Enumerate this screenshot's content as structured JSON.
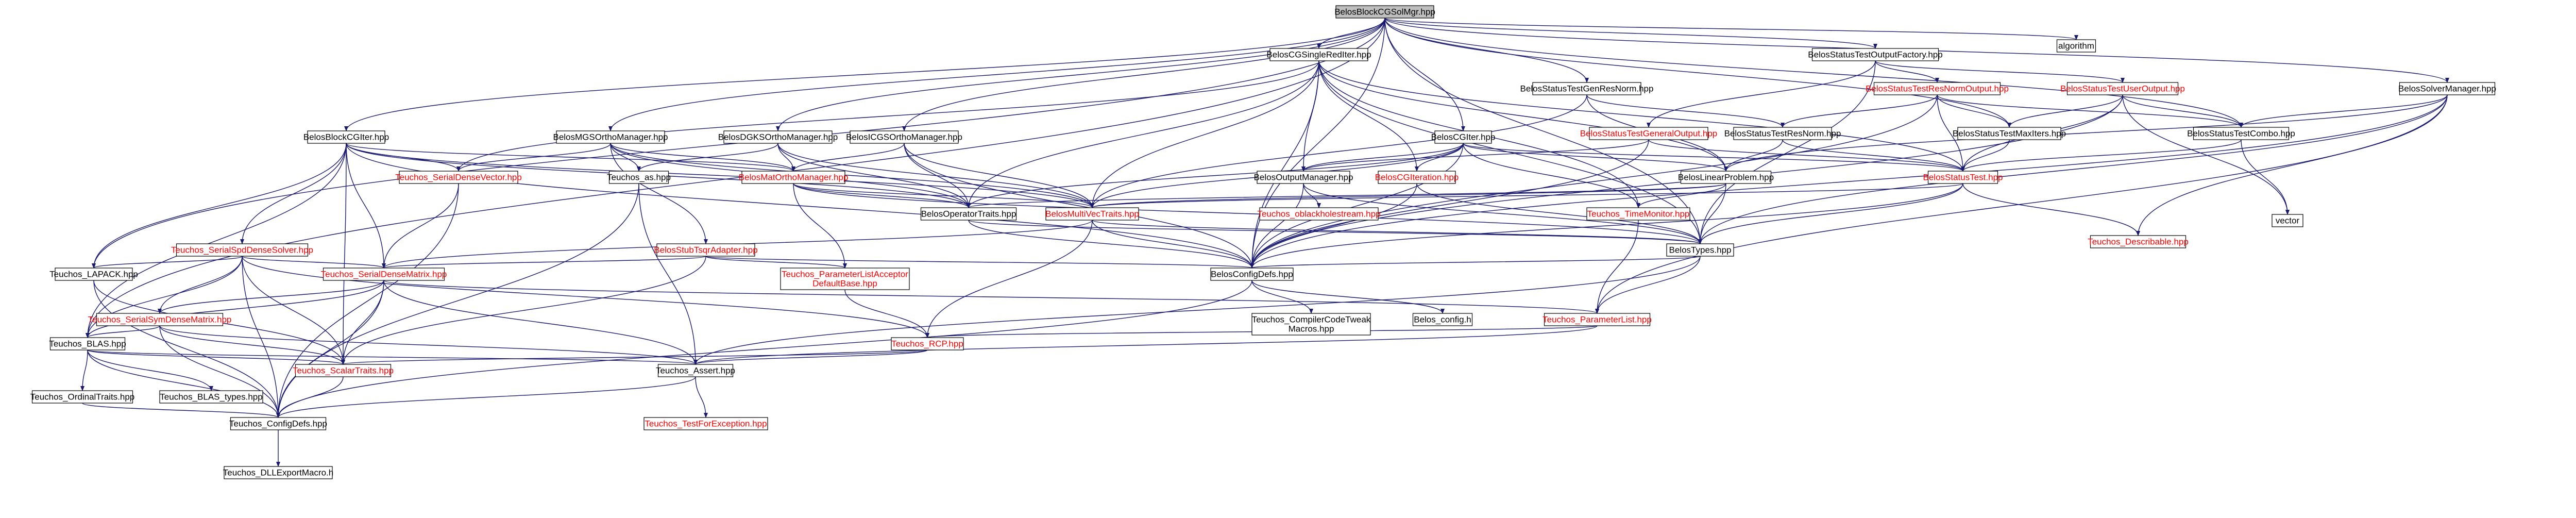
{
  "root": {
    "label": "BelosBlockCGSolMgr.hpp"
  },
  "nodes": [
    {
      "id": "algorithm",
      "label": "algorithm",
      "red": false
    },
    {
      "id": "BelosCGSingleRedIter",
      "label": "BelosCGSingleRedIter.hpp",
      "red": false
    },
    {
      "id": "BelosStatusTestOutputFactory",
      "label": "BelosStatusTestOutputFactory.hpp",
      "red": false
    },
    {
      "id": "BelosStatusTestGenResNorm",
      "label": "BelosStatusTestGenResNorm.hpp",
      "red": false
    },
    {
      "id": "BelosSolverManager",
      "label": "BelosSolverManager.hpp",
      "red": false
    },
    {
      "id": "BelosBlockCGIter",
      "label": "BelosBlockCGIter.hpp",
      "red": false
    },
    {
      "id": "BelosMGSOrthoManager",
      "label": "BelosMGSOrthoManager.hpp",
      "red": false
    },
    {
      "id": "BelosDGKSOrthoManager",
      "label": "BelosDGKSOrthoManager.hpp",
      "red": false
    },
    {
      "id": "BelosICGSOrthoManager",
      "label": "BelosICGSOrthoManager.hpp",
      "red": false
    },
    {
      "id": "BelosCGIter",
      "label": "BelosCGIter.hpp",
      "red": false
    },
    {
      "id": "BelosStatusTestResNormOutput",
      "label": "BelosStatusTestResNormOutput.hpp",
      "red": true
    },
    {
      "id": "BelosStatusTestUserOutput",
      "label": "BelosStatusTestUserOutput.hpp",
      "red": true
    },
    {
      "id": "BelosStatusTestGeneralOutput",
      "label": "BelosStatusTestGeneralOutput.hpp",
      "red": true
    },
    {
      "id": "BelosStatusTestResNorm",
      "label": "BelosStatusTestResNorm.hpp",
      "red": false
    },
    {
      "id": "BelosStatusTestMaxIters",
      "label": "BelosStatusTestMaxIters.hpp",
      "red": false
    },
    {
      "id": "BelosStatusTestCombo",
      "label": "BelosStatusTestCombo.hpp",
      "red": false
    },
    {
      "id": "TeuchosSerialDenseVector",
      "label": "Teuchos_SerialDenseVector.hpp",
      "red": true
    },
    {
      "id": "TeuchosAs",
      "label": "Teuchos_as.hpp",
      "red": false
    },
    {
      "id": "BelosMatOrthoManager",
      "label": "BelosMatOrthoManager.hpp",
      "red": true
    },
    {
      "id": "BelosOutputManager",
      "label": "BelosOutputManager.hpp",
      "red": false
    },
    {
      "id": "BelosCGIteration",
      "label": "BelosCGIteration.hpp",
      "red": true
    },
    {
      "id": "BelosLinearProblem",
      "label": "BelosLinearProblem.hpp",
      "red": false
    },
    {
      "id": "BelosStatusTest",
      "label": "BelosStatusTest.hpp",
      "red": true
    },
    {
      "id": "vector",
      "label": "vector",
      "red": false
    },
    {
      "id": "BelosOperatorTraits",
      "label": "BelosOperatorTraits.hpp",
      "red": false
    },
    {
      "id": "BelosMultiVecTraits",
      "label": "BelosMultiVecTraits.hpp",
      "red": true
    },
    {
      "id": "TeuchosCbBlackholeStream",
      "label": "Teuchos_oblackholestream.hpp",
      "red": true
    },
    {
      "id": "TeuchosTimeMonitor",
      "label": "Teuchos_TimeMonitor.hpp",
      "red": true
    },
    {
      "id": "TeuchosDescribable",
      "label": "Teuchos_Describable.hpp",
      "red": true
    },
    {
      "id": "TeuchosSerialSpdDenseSolver",
      "label": "Teuchos_SerialSpdDenseSolver.hpp",
      "red": true
    },
    {
      "id": "BelosStubTsqrAdapter",
      "label": "BelosStubTsqrAdapter.hpp",
      "red": true
    },
    {
      "id": "BelosTypes",
      "label": "BelosTypes.hpp",
      "red": false
    },
    {
      "id": "TeuchosLAPACK",
      "label": "Teuchos_LAPACK.hpp",
      "red": false
    },
    {
      "id": "TeuchosSerialDenseMatrix",
      "label": "Teuchos_SerialDenseMatrix.hpp",
      "red": true
    },
    {
      "id": "TeuchosParameterListAcceptor",
      "label": "Teuchos_ParameterListAcceptor\nDefaultBase.hpp",
      "red": true
    },
    {
      "id": "BelosConfigDefs",
      "label": "BelosConfigDefs.hpp",
      "red": false
    },
    {
      "id": "TeuchosSerialSymDenseMatrix",
      "label": "Teuchos_SerialSymDenseMatrix.hpp",
      "red": true
    },
    {
      "id": "TeuchosCompilerCodeTweak",
      "label": "Teuchos_CompilerCodeTweak\nMacros.hpp",
      "red": false
    },
    {
      "id": "BelosConfig",
      "label": "Belos_config.h",
      "red": false
    },
    {
      "id": "TeuchosParameterList",
      "label": "Teuchos_ParameterList.hpp",
      "red": true
    },
    {
      "id": "TeuchosBLAS",
      "label": "Teuchos_BLAS.hpp",
      "red": false
    },
    {
      "id": "TeuchosRCP",
      "label": "Teuchos_RCP.hpp",
      "red": true
    },
    {
      "id": "TeuchosScalarTraits",
      "label": "Teuchos_ScalarTraits.hpp",
      "red": true
    },
    {
      "id": "TeuchosAssert",
      "label": "Teuchos_Assert.hpp",
      "red": false
    },
    {
      "id": "TeuchosOrdinalTraits",
      "label": "Teuchos_OrdinalTraits.hpp",
      "red": false
    },
    {
      "id": "TeuchosBLASTypes",
      "label": "Teuchos_BLAS_types.hpp",
      "red": false
    },
    {
      "id": "TeuchosConfigDefs",
      "label": "Teuchos_ConfigDefs.hpp",
      "red": false
    },
    {
      "id": "TeuchosTestForException",
      "label": "Teuchos_TestForException.hpp",
      "red": true
    },
    {
      "id": "TeuchosDLLExportMacro",
      "label": "Teuchos_DLLExportMacro.h",
      "red": false
    }
  ],
  "colors": {
    "edge": "#191970",
    "root_fill": "#bfbfbf",
    "red_label": "#ff0000"
  }
}
